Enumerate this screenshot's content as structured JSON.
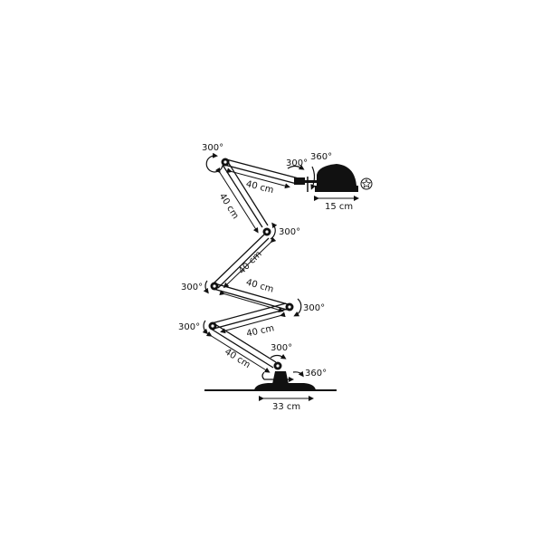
{
  "diagram": {
    "angles": {
      "top_joint": "300°",
      "head_tilt": "300°",
      "head_swivel": "360°",
      "joint_2": "300°",
      "joint_3": "300°",
      "joint_4": "300°",
      "joint_5": "300°",
      "base_tilt": "300°",
      "base_swivel": "360°"
    },
    "lengths": {
      "arm_1": "40 cm",
      "arm_2": "40 cm",
      "arm_3": "40 cm",
      "arm_4": "40 cm",
      "arm_5": "40 cm",
      "arm_6": "40 cm",
      "head_width": "15 cm",
      "base_width": "33 cm"
    },
    "colors": {
      "ink": "#111111",
      "background": "#ffffff"
    },
    "icons": {
      "switch": "star-switch-icon"
    }
  }
}
